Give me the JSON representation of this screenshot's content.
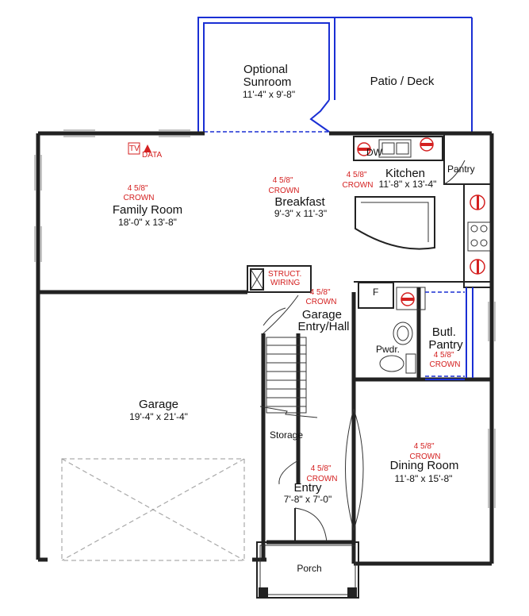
{
  "rooms": {
    "sunroom": {
      "name": "Optional\nSunroom",
      "dim": "11'-4\" x 9'-8\""
    },
    "patio": {
      "name": "Patio / Deck"
    },
    "family": {
      "name": "Family Room",
      "dim": "18'-0\" x 13'-8\"",
      "crown": "4 5/8\"\nCROWN"
    },
    "breakfast": {
      "name": "Breakfast",
      "dim": "9'-3\" x 11'-3\"",
      "crown": "4 5/8\"\nCROWN"
    },
    "kitchen": {
      "name": "Kitchen",
      "dim": "11'-8\" x 13'-4\"",
      "crown": "4 5/8\"\nCROWN"
    },
    "pantry": {
      "name": "Pantry"
    },
    "garage_hall": {
      "name": "Garage\nEntry/Hall",
      "crown": "4 5/8\"\nCROWN"
    },
    "butl_pantry": {
      "name": "Butl.\nPantry",
      "crown": "4 5/8\"\nCROWN"
    },
    "pwdr": {
      "name": "Pwdr."
    },
    "garage": {
      "name": "Garage",
      "dim": "19'-4\" x 21'-4\""
    },
    "storage": {
      "name": "Storage"
    },
    "entry": {
      "name": "Entry",
      "dim": "7'-8\" x 7'-0\"",
      "crown": "4 5/8\"\nCROWN"
    },
    "dining": {
      "name": "Dining Room",
      "dim": "11'-8\" x 15'-8\"",
      "crown": "4 5/8\"\nCROWN"
    },
    "porch": {
      "name": "Porch"
    }
  },
  "labels": {
    "tv": "TV",
    "data": "DATA",
    "struct": "STRUCT.\nWIRING",
    "dw": "DW",
    "fridge": "F"
  },
  "colors": {
    "wall": "#222222",
    "optional": "#1a2fd4",
    "annotation": "#d42020"
  }
}
